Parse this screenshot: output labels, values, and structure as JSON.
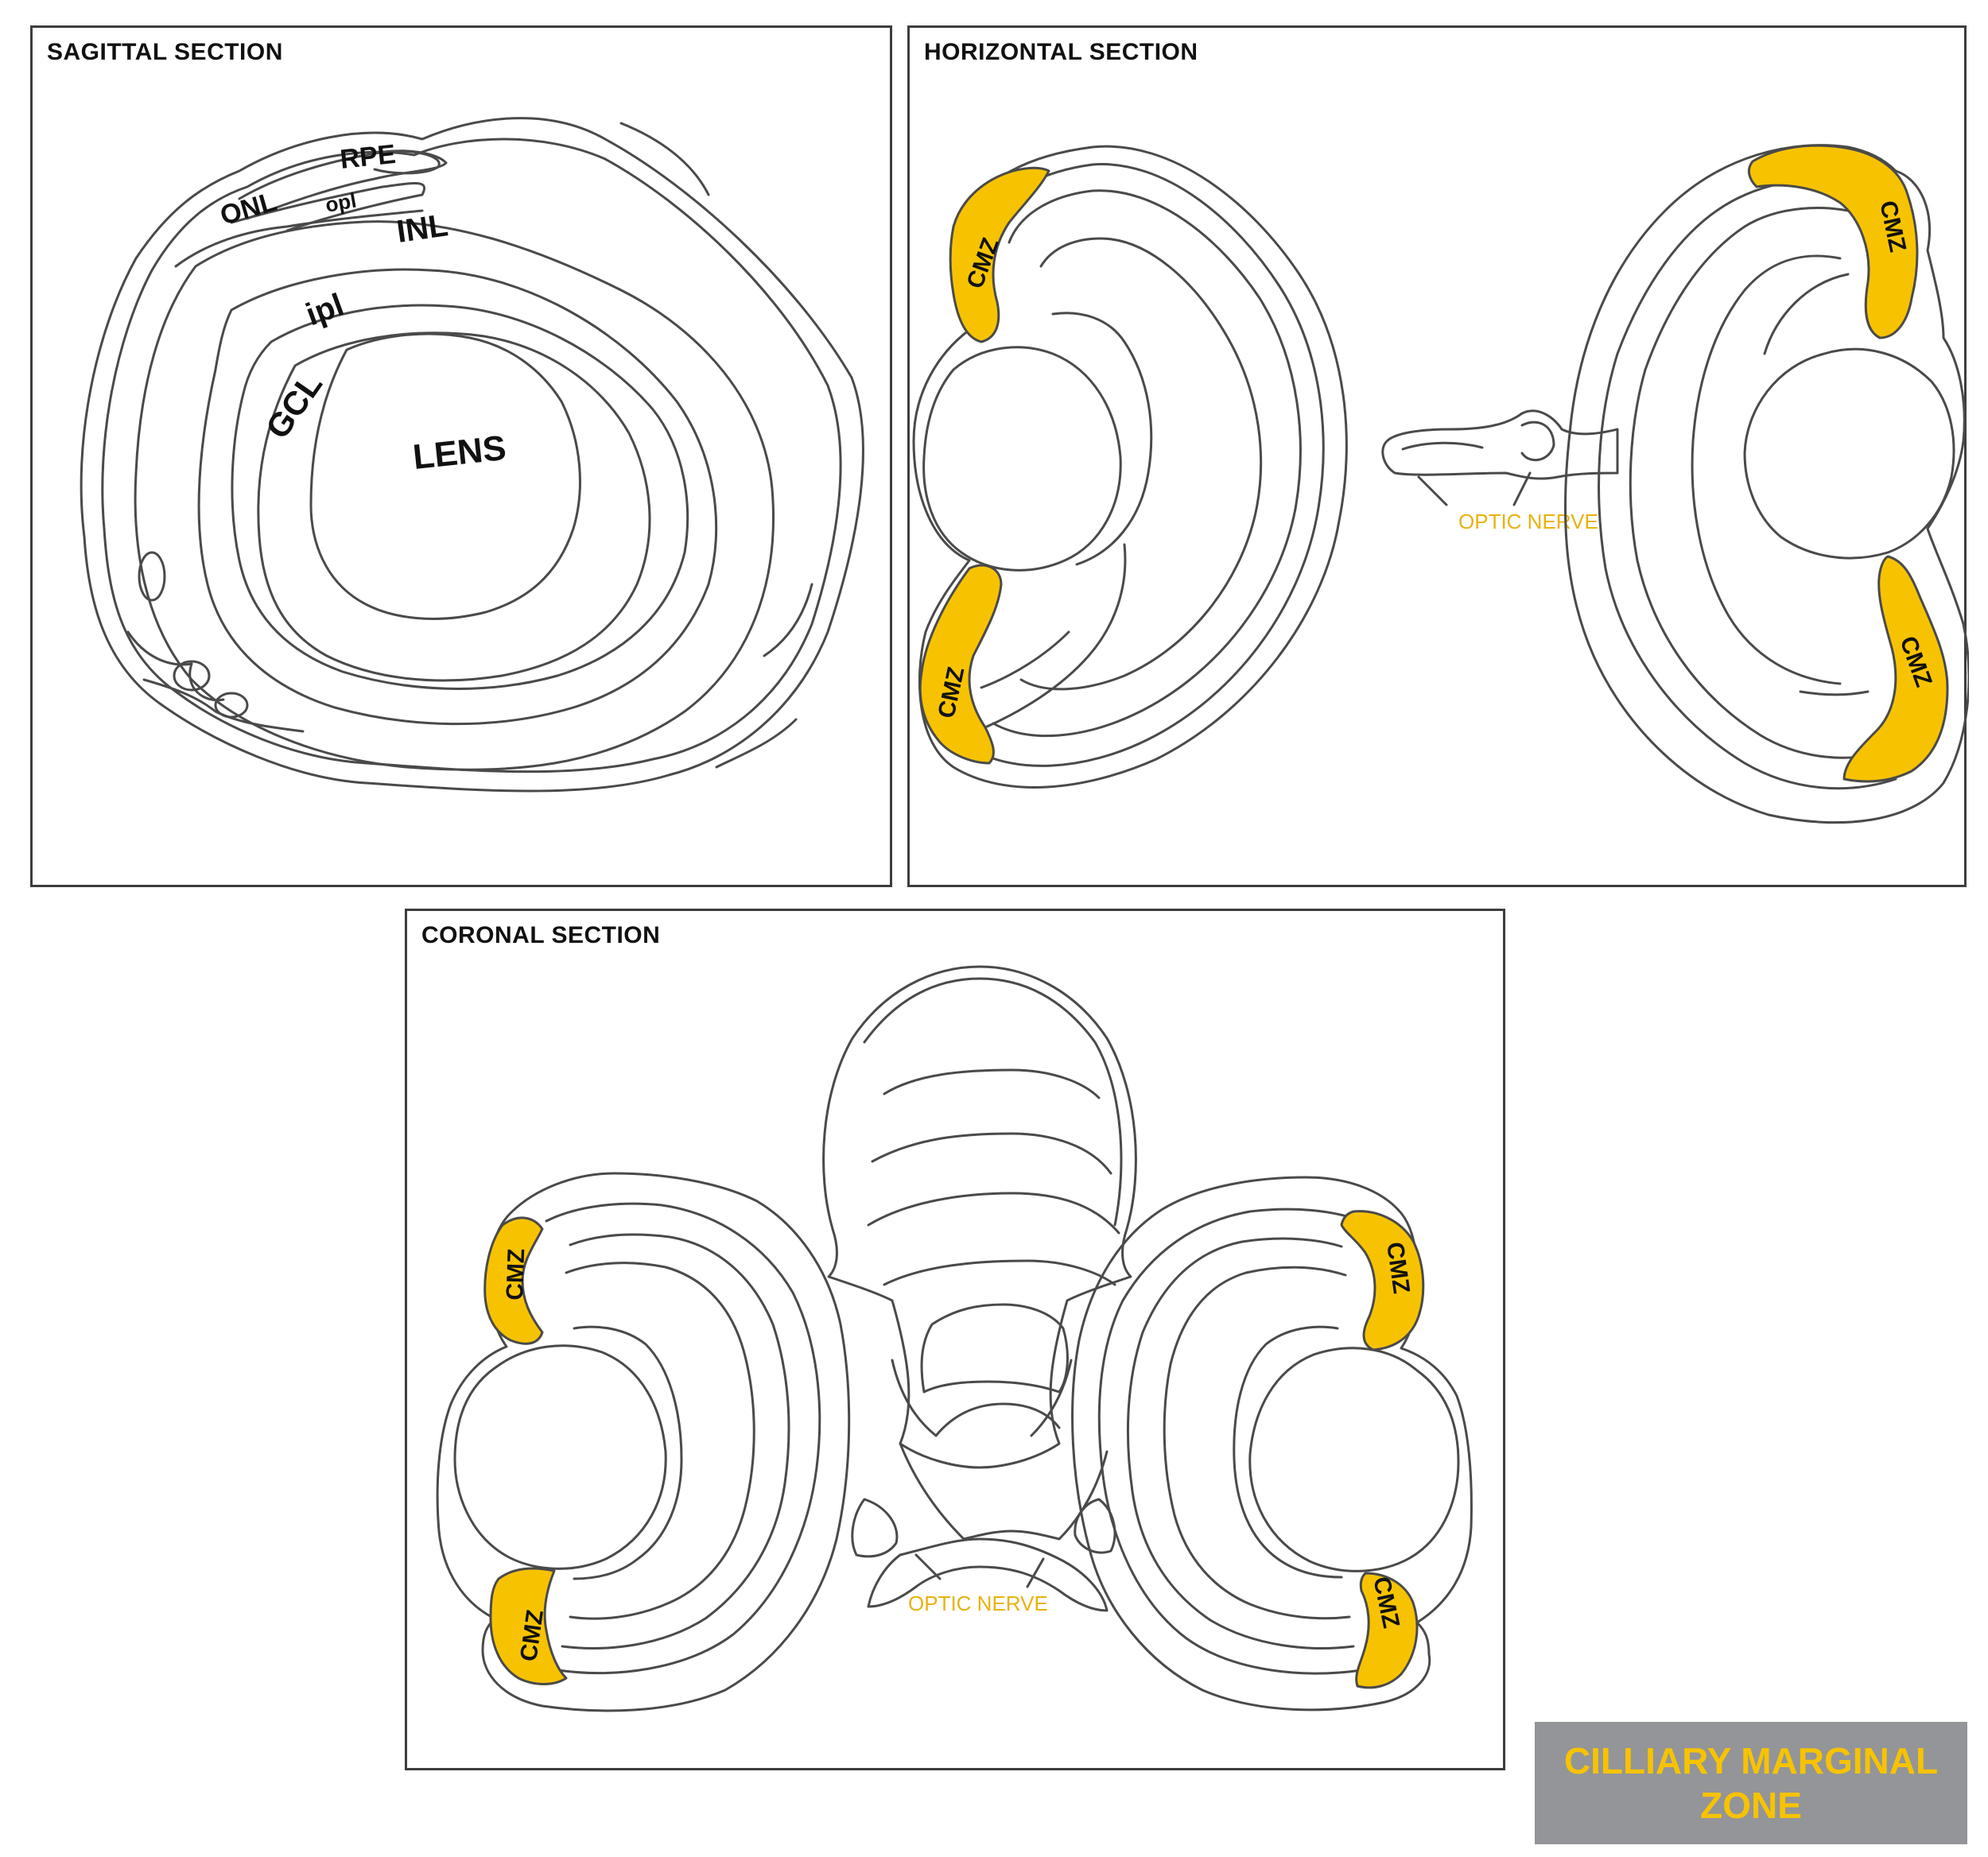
{
  "panels": {
    "sagittal": {
      "title": "SAGITTAL SECTION",
      "labels": {
        "rpe": "RPE",
        "onl": "ONL",
        "opl": "opl",
        "inl": "INL",
        "ipl": "ipl",
        "gcl": "GCL",
        "lens": "LENS"
      }
    },
    "horizontal": {
      "title": "HORIZONTAL SECTION",
      "cmz_label": "CMZ",
      "optic_nerve": "OPTIC  NERVE"
    },
    "coronal": {
      "title": "CORONAL SECTION",
      "cmz_label": "CMZ",
      "optic_nerve": "OPTIC  NERVE"
    }
  },
  "legend": {
    "text": "CILLIARY MARGINAL ZONE"
  },
  "colors": {
    "cmz": "#f7c300",
    "legend_bg": "#939598",
    "outline": "#4a4a4a"
  }
}
